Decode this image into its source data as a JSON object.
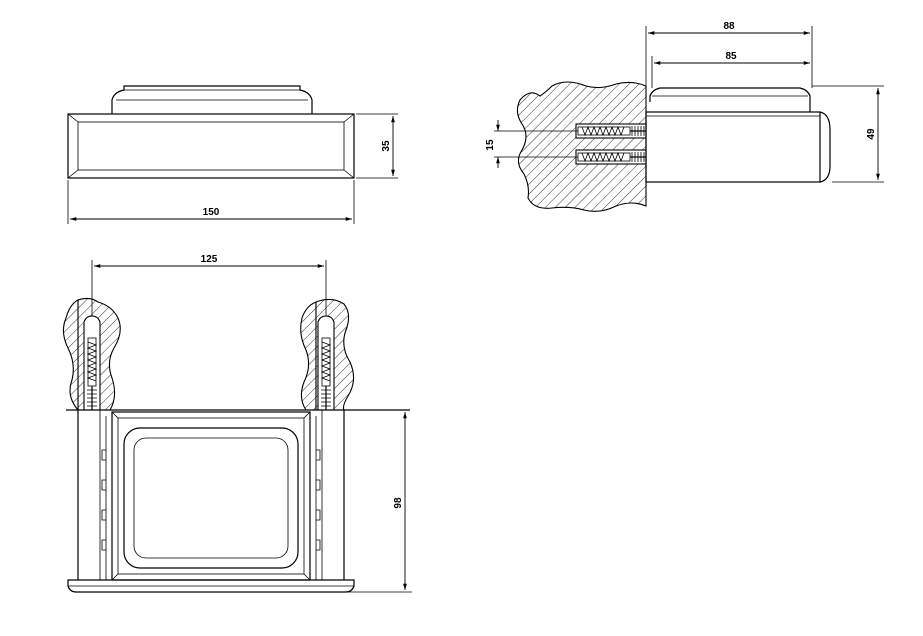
{
  "dimensions": {
    "front_width": "150",
    "front_height": "35",
    "side_outer_depth": "88",
    "side_inner_depth": "85",
    "side_height": "49",
    "anchor_spacing": "15",
    "top_anchor_span": "125",
    "top_depth": "98"
  },
  "colors": {
    "line": "#000000",
    "background": "#ffffff"
  }
}
